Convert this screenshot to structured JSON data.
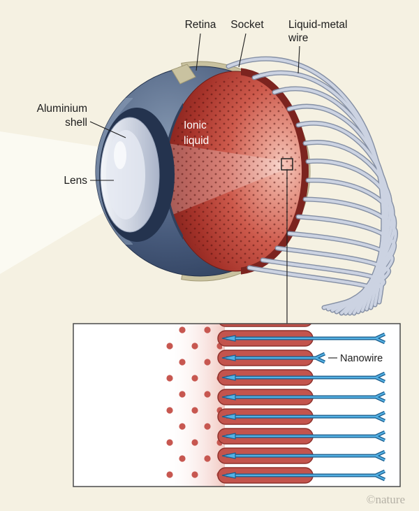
{
  "figure": {
    "labels": {
      "retina": "Retina",
      "socket": "Socket",
      "liquid_metal_wire_line1": "Liquid-metal",
      "liquid_metal_wire_line2": "wire",
      "aluminium_shell_line1": "Aluminium",
      "aluminium_shell_line2": "shell",
      "lens": "Lens",
      "ionic_liquid_line1": "Ionic",
      "ionic_liquid_line2": "liquid",
      "nanowire": "Nanowire"
    },
    "watermark": "©nature",
    "colors": {
      "background": "#f5f1e2",
      "shell_navy": "#2b3b57",
      "socket_tan": "#c9c2a0",
      "ionic_red": "#c0463c",
      "retina_dark_red": "#7c241f",
      "lens_gray": "#ccd3e0",
      "wire_blue_gray": "#ccd3e2",
      "wire_outline": "#7f8aa1",
      "nanowire_blue": "#54b2e5",
      "nanowire_outline": "#1d5f8e",
      "bar_red": "#c3544d",
      "bar_outline": "#8e322d",
      "label_text": "#1c1c1c",
      "watermark": "#b5b1a6"
    }
  }
}
